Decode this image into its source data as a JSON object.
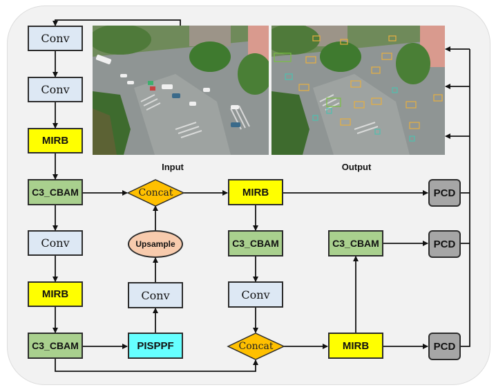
{
  "diagram": {
    "nodes": {
      "conv1": "Conv",
      "conv2": "Conv",
      "mirb1": "MIRB",
      "c3cbam1": "C3_CBAM",
      "conv3": "Conv",
      "mirb2": "MIRB",
      "c3cbam2": "C3_CBAM",
      "concat1": "Concat",
      "upsample": "Upsample",
      "conv4": "Conv",
      "pisppf": "PISPPF",
      "mirb3": "MIRB",
      "c3cbam3": "C3_CBAM",
      "conv5": "Conv",
      "concat2": "Concat",
      "c3cbam4": "C3_CBAM",
      "mirb4": "MIRB",
      "pcd1": "PCD",
      "pcd2": "PCD",
      "pcd3": "PCD"
    },
    "images": {
      "input_caption": "Input",
      "output_caption": "Output"
    },
    "colors": {
      "conv": "#dde8f4",
      "mirb": "#ffff00",
      "c3_cbam": "#a9d08e",
      "pisppf": "#66ffff",
      "pcd": "#a6a6a6",
      "upsample": "#f8cbad",
      "concat": "#ffc000",
      "panel": "#f2f2f2"
    }
  }
}
